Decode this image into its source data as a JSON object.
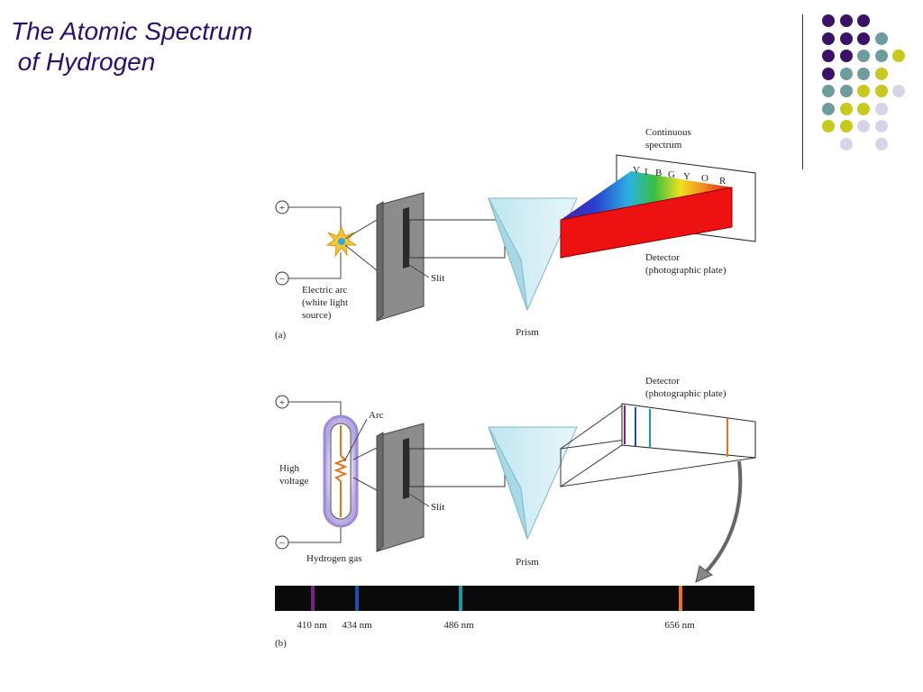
{
  "slide": {
    "title_line1": "The Atomic Spectrum",
    "title_line2": " of Hydrogen"
  },
  "panel_a": {
    "plus": "+",
    "minus": "−",
    "arc_label_1": "Electric arc",
    "arc_label_2": "(white light",
    "arc_label_3": "source)",
    "slit_label": "Slit",
    "prism_label": "Prism",
    "continuous_1": "Continuous",
    "continuous_2": "spectrum",
    "colors_letters": [
      "V",
      "I",
      "B",
      "G",
      "Y",
      "O",
      "R"
    ],
    "detector_1": "Detector",
    "detector_2": "(photographic plate)",
    "panel_tag": "(a)"
  },
  "panel_b": {
    "plus": "+",
    "minus": "−",
    "arc_label": "Arc",
    "voltage_1": "High",
    "voltage_2": "voltage",
    "gas_label": "Hydrogen gas",
    "slit_label": "Slit",
    "prism_label": "Prism",
    "detector_1": "Detector",
    "detector_2": "(photographic plate)",
    "panel_tag": "(b)",
    "lines": [
      {
        "label": "410 nm",
        "color": "#7b1f8c"
      },
      {
        "label": "434 nm",
        "color": "#1f4fa8"
      },
      {
        "label": "486 nm",
        "color": "#1a9aa0"
      },
      {
        "label": "656 nm",
        "color": "#e8731a"
      }
    ]
  },
  "decor": {
    "dot_colors": {
      "purple": "#3a1266",
      "teal": "#6f9c9c",
      "olive": "#c8c81e",
      "lavender": "#d6d4e6"
    }
  }
}
